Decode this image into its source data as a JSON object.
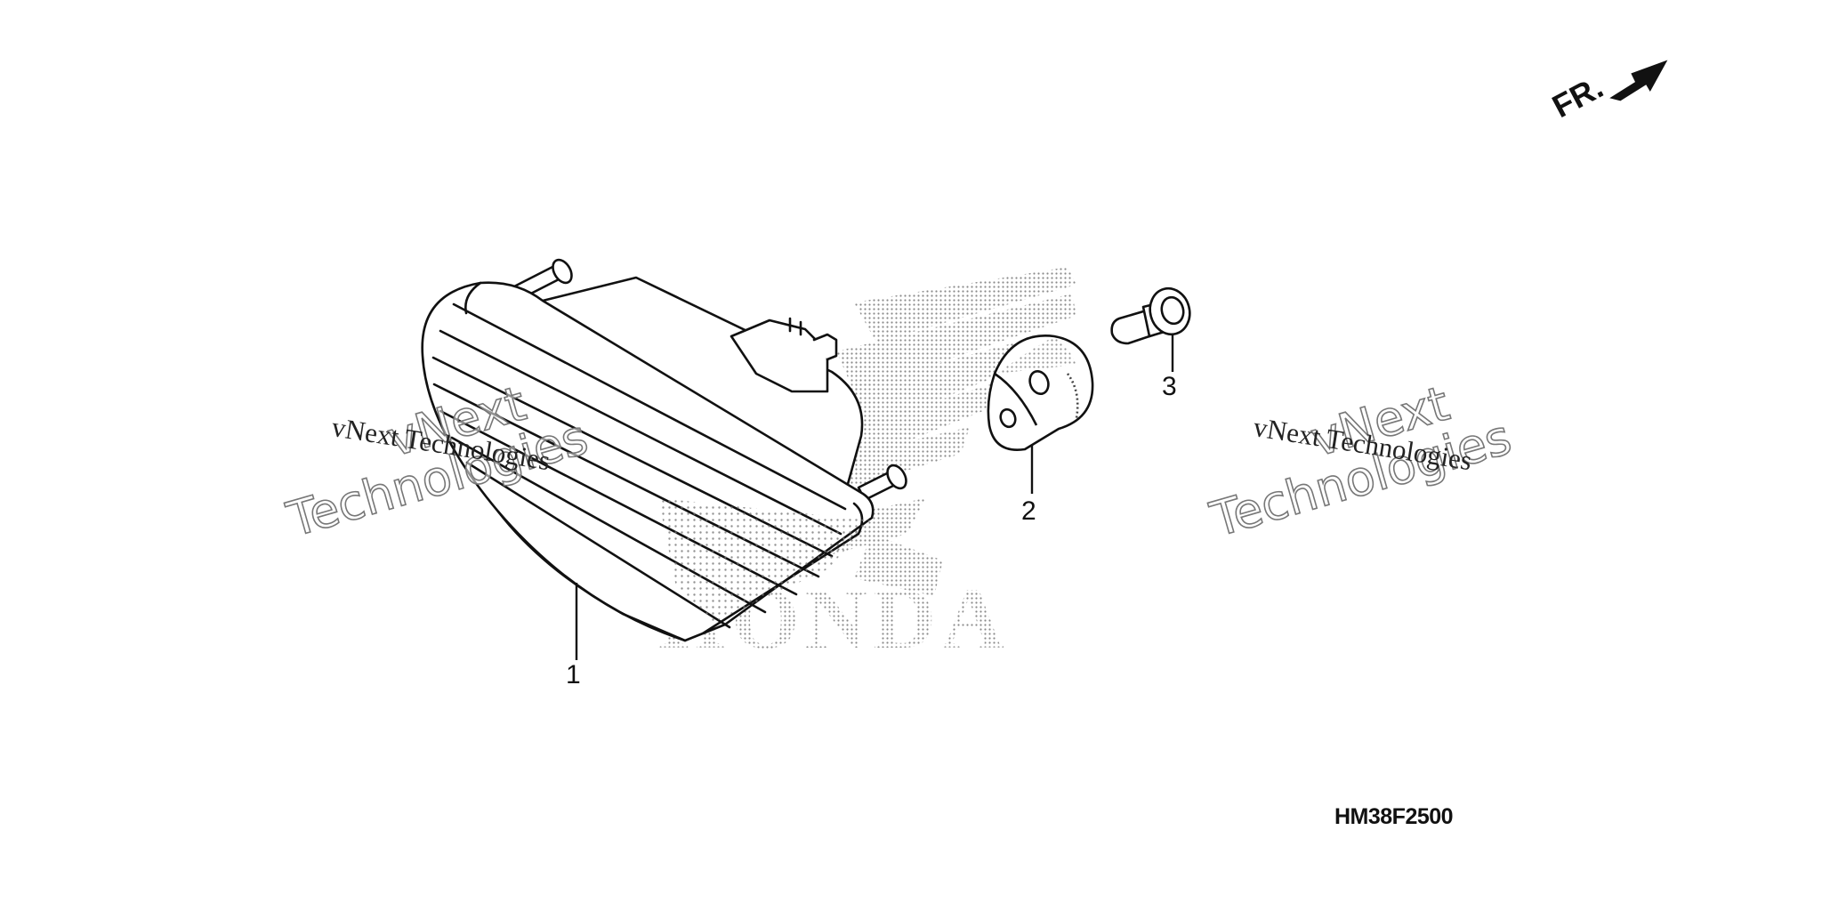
{
  "diagram": {
    "direction_label": "FR.",
    "figure_code": "HM38F2500",
    "brand_logo": "HONDA",
    "callouts": [
      "1",
      "2",
      "3"
    ],
    "watermarks": {
      "line_text": "vNext Technologies",
      "outline_word_1": "vNext",
      "outline_word_2": "Technologies"
    }
  },
  "colors": {
    "ink": "#111111",
    "halftone": "#8a8a8a",
    "watermark_outline": "#777777"
  },
  "icons": {
    "direction_arrow": "arrow-right-icon"
  }
}
